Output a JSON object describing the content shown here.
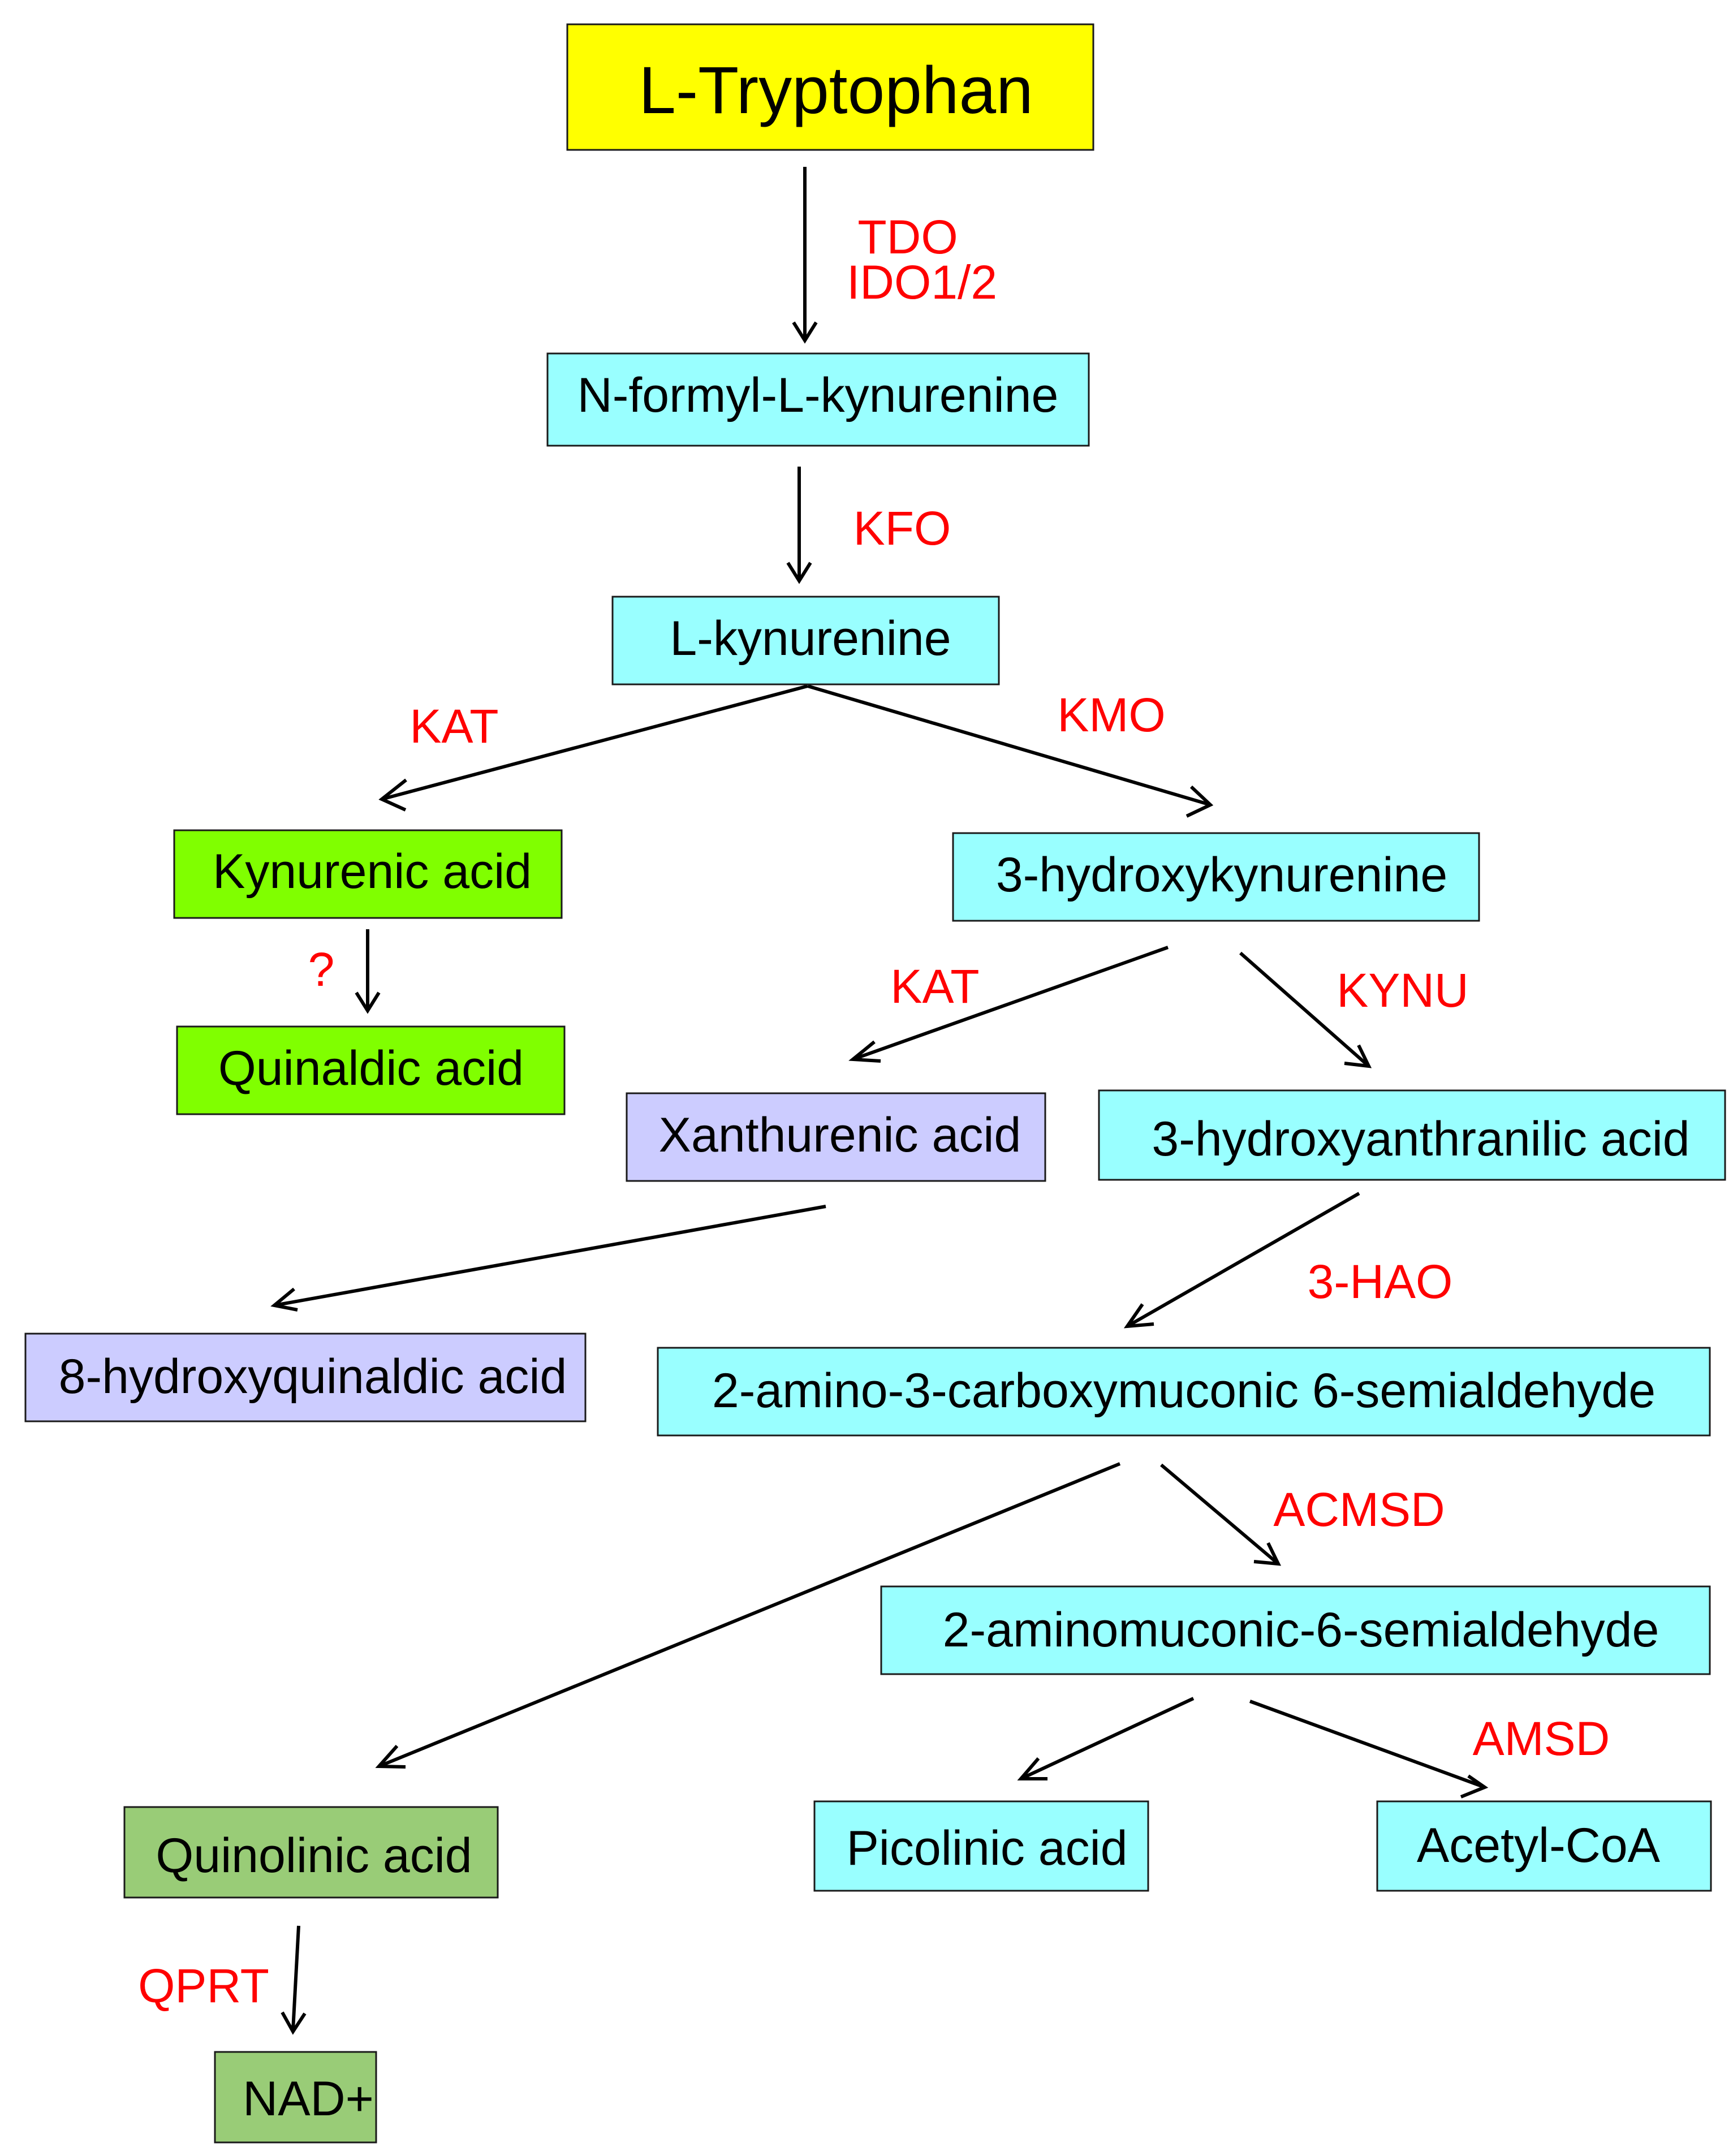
{
  "colors": {
    "tryptophan": "#ffff00",
    "kynurenine_path": "#99ffff",
    "kynurenic_branch": "#80ff00",
    "xanthurenic_branch": "#ccccff",
    "quinolinic_branch": "#99cc77",
    "enzyme_text": "#ff0000"
  },
  "nodes": {
    "tryptophan": "L-Tryptophan",
    "n_formyl_kynurenine": "N-formyl-L-kynurenine",
    "kynurenine": "L-kynurenine",
    "kynurenic_acid": "Kynurenic acid",
    "quinaldic_acid": "Quinaldic acid",
    "hydroxykynurenine": "3-hydroxykynurenine",
    "xanthurenic_acid": "Xanthurenic acid",
    "hydroxyanthranilic_acid": "3-hydroxyanthranilic acid",
    "hydroxyquinaldic_acid": "8-hydroxyquinaldic acid",
    "acms": "2-amino-3-carboxymuconic 6-semialdehyde",
    "ams": "2-aminomuconic-6-semialdehyde",
    "quinolinic_acid": "Quinolinic acid",
    "picolinic_acid": "Picolinic acid",
    "acetyl_coa": "Acetyl-CoA",
    "nad": "NAD+"
  },
  "enzymes": {
    "tdo": "TDO",
    "ido": "IDO1/2",
    "kfo": "KFO",
    "kat_left": "KAT",
    "kmo": "KMO",
    "unknown": "?",
    "kat_right": "KAT",
    "kynu": "KYNU",
    "hao": "3-HAO",
    "acmsd": "ACMSD",
    "amsd": "AMSD",
    "qprt": "QPRT"
  }
}
